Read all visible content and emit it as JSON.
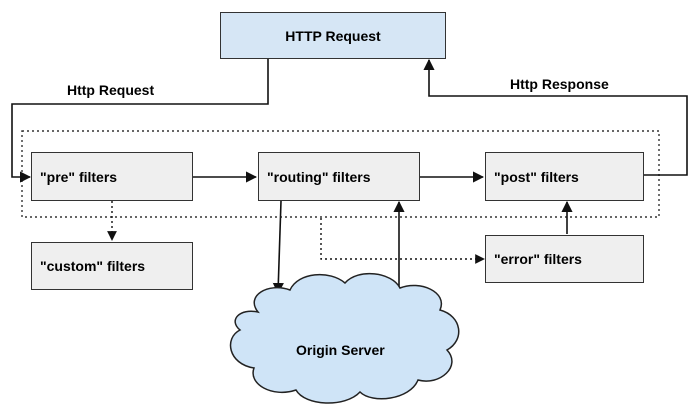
{
  "nodes": {
    "http_request": "HTTP Request",
    "pre": "\"pre\" filters",
    "routing": "\"routing\" filters",
    "post": "\"post\" filters",
    "custom": "\"custom\" filters",
    "error": "\"error\" filters",
    "origin": "Origin Server"
  },
  "edge_labels": {
    "request": "Http Request",
    "response": "Http Response"
  },
  "colors": {
    "request_box": "#d6e6f5",
    "filter_box": "#efefef",
    "cloud": "#cfe4f7"
  }
}
